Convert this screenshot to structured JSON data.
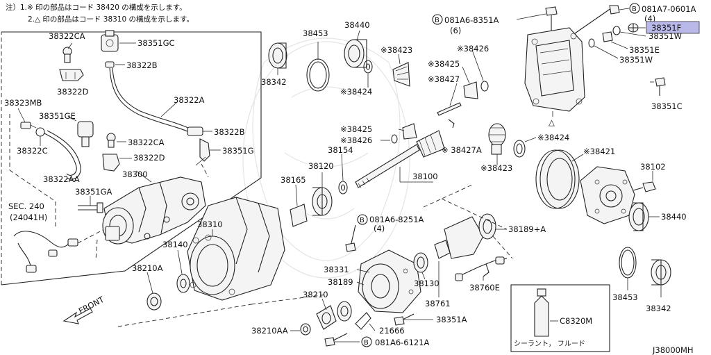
{
  "notes": {
    "line1": "注）1.※ 印の部品はコード 38420 の構成を示します。",
    "line2": "2.△ 印の部品はコード 38310 の構成を示します。"
  },
  "diagram_code": "J38000MH",
  "front_label": "FRONT",
  "sealant_caption": "シーラント， フルード",
  "highlight_color": "#b9b9e9",
  "triangle_mark": "△",
  "callouts": {
    "c38322CA_top": "38322CA",
    "c38351GC": "38351GC",
    "c38322B_top": "38322B",
    "c38322D_top": "38322D",
    "c38323MB": "38323MB",
    "c38322A": "38322A",
    "c38351GE": "38351GE",
    "c38322B_mid": "38322B",
    "c38322C": "38322C",
    "c38322CA_mid": "38322CA",
    "c38351G": "38351G",
    "c38322D_mid": "38322D",
    "c38300": "38300",
    "c38322AA": "38322AA",
    "c38351GA": "38351GA",
    "c_sec240": "SEC. 240",
    "c_24041H": "(24041H)",
    "c38453_l": "38453",
    "c38342_l": "38342",
    "c38440_top": "38440",
    "c38423_top": "※38423",
    "c38424_top": "※38424",
    "c38426_top": "※38426",
    "c38425_top": "※38425",
    "c38427": "※38427",
    "c081A6_8351A": "081A6-8351A",
    "c_6": "(6)",
    "c081A7_0601A": "081A7-0601A",
    "c_4_top": "(4)",
    "c38351F": "38351F",
    "c38351W_a": "38351W",
    "c38351E": "38351E",
    "c38351W_b": "38351W",
    "c38351C": "38351C",
    "c38425_mid": "※38425",
    "c38426_mid": "※38426",
    "c38154": "38154",
    "c38427A": "※ 38427A",
    "c38424_mid": "※38424",
    "c38423_mid": "※38423",
    "c38421": "※38421",
    "c38120": "38120",
    "c38165": "38165",
    "c38100": "38100",
    "c38102": "38102",
    "c081A6_8251A": "081A6-8251A",
    "c_4_mid": "(4)",
    "c38189A": "38189+A",
    "c38310": "38310",
    "c38140": "38140",
    "c38440_r": "38440",
    "c38210A": "38210A",
    "c38331": "38331",
    "c38189": "38189",
    "c38130": "38130",
    "c38760E": "38760E",
    "c38761": "38761",
    "c38210": "38210",
    "c21666": "21666",
    "c38351A": "38351A",
    "c38210AA": "38210AA",
    "c081A6_6121A": "081A6-6121A",
    "c38453_r": "38453",
    "c38342_r": "38342",
    "cC8320M": "C8320M",
    "circled_B": "B"
  }
}
